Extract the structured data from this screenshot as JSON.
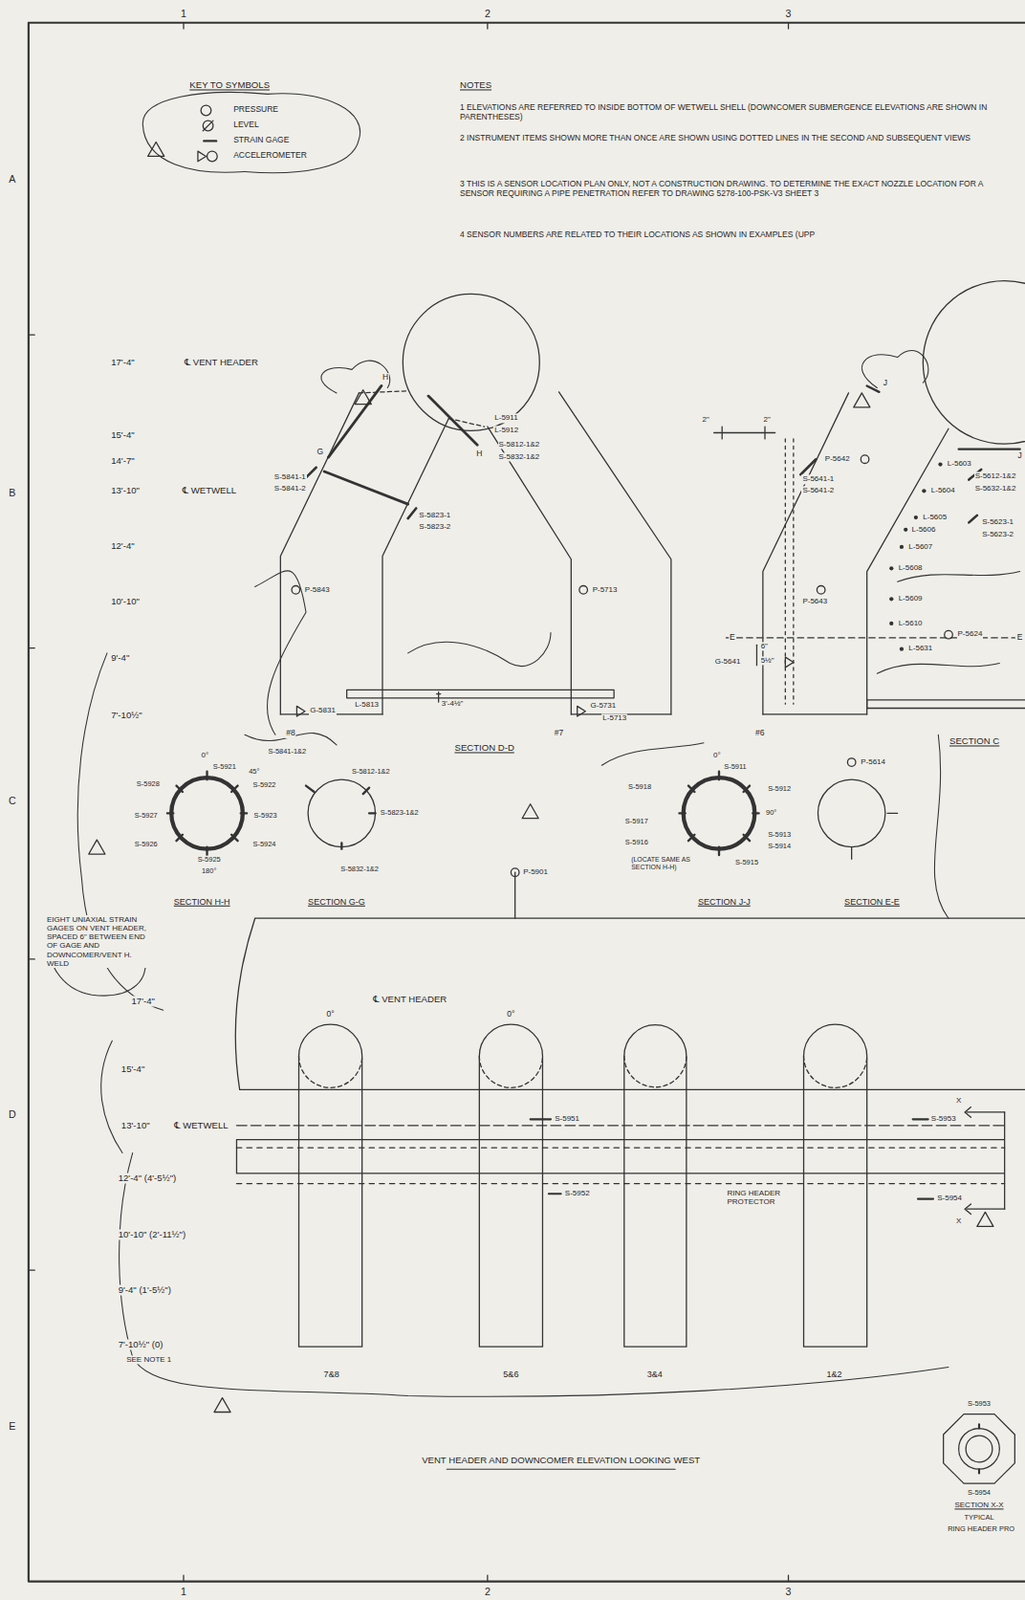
{
  "diagram": {
    "caption": "VENT HEADER AND DOWNCOMER ELEVATION LOOKING WEST",
    "labels": [
      "1",
      "2",
      "3",
      "1",
      "2",
      "3",
      "A",
      "B",
      "C",
      "D",
      "E",
      "KEY TO SYMBOLS",
      "NOTES",
      "1 ELEVATIONS ARE REFERRED TO INSIDE BOTTOM OF WETWELL SHELL (DOWNCOMER SUBMERGENCE ELEVATIONS ARE SHOWN IN PARENTHESES)",
      "2 INSTRUMENT ITEMS SHOWN MORE THAN ONCE ARE SHOWN USING DOTTED LINES IN THE SECOND AND SUBSEQUENT VIEWS",
      "3 THIS IS A SENSOR LOCATION PLAN ONLY, NOT A CONSTRUCTION DRAWING. TO DETERMINE THE EXACT NOZZLE LOCATION FOR A SENSOR REQUIRING A PIPE PENETRATION REFER TO DRAWING 5278-100-PSK-V3 SHEET 3",
      "4 SENSOR NUMBERS ARE RELATED TO THEIR LOCATIONS AS SHOWN IN EXAMPLES (UPP",
      "17'-4\"",
      "℄ VENT HEADER",
      "15'-4\"",
      "14'-7\"",
      "13'-10\"",
      "℄ WETWELL",
      "12'-4\"",
      "10'-10\"",
      "9'-4\"",
      "7'-10½\"",
      "L-5911",
      "L-5912",
      "S-5812-1&2",
      "S-5832-1&2",
      "S-5841-1",
      "S-5841-2",
      "S-5823-1",
      "S-5823-2",
      "P-5843",
      "P-5713",
      "G-5831",
      "L-5813",
      "3'-4½\"",
      "G-5731",
      "L-5713",
      "#8",
      "#7",
      "SECTION D-D",
      "#6",
      "SECTION C",
      "P-5642",
      "S-5641-1",
      "S-5641-2",
      "L-5603",
      "L-5604",
      "S-5612-1&2",
      "S-5632-1&2",
      "L-5605",
      "S-5623-1",
      "S-5623-2",
      "L-5606",
      "L-5607",
      "L-5608",
      "L-5609",
      "L-5610",
      "P-5624",
      "L-5631",
      "G-5641",
      "P-5643",
      "E",
      "E",
      "6\"",
      "5½\"",
      "2\"",
      "2\"",
      "0°",
      "S-5921",
      "45°",
      "S-5928",
      "S-5922",
      "S-5927",
      "S-5923",
      "S-5926",
      "S-5924",
      "S-5925",
      "180°",
      "SECTION H-H",
      "EIGHT UNIAXIAL STRAIN GAGES ON VENT HEADER, SPACED 6\" BETWEEN END OF GAGE AND DOWNCOMER/VENT H. WELD",
      "S-5841-1&2",
      "S-5812-1&2",
      "S-5823-1&2",
      "S-5832-1&2",
      "SECTION G-G",
      "P-5901",
      "0°",
      "S-5911",
      "S-5918",
      "S-5912",
      "S-5917",
      "90°",
      "S-5913",
      "S-5916",
      "S-5914",
      "(LOCATE SAME AS SECTION H-H)",
      "S-5915",
      "SECTION J-J",
      "P-5614",
      "SECTION E-E",
      "17'-4\"",
      "℄ VENT HEADER",
      "0°",
      "0°",
      "15'-4\"",
      "13'-10\"",
      "℄ WETWELL",
      "S-5951",
      "S-5953",
      "X",
      "12'-4\" (4'-5½\")",
      "S-5952",
      "RING HEADER PROTECTOR",
      "S-5954",
      "X",
      "10'-10\" (2'-11½\")",
      "9'-4\" (1'-5½\")",
      "7'-10½\" (0)",
      "SEE NOTE 1",
      "7&8",
      "5&6",
      "3&4",
      "1&2",
      "S-5953",
      "S-5954",
      "SECTION X-X",
      "TYPICAL",
      "RING HEADER PRO",
      "H",
      "G",
      "H",
      "J",
      "J"
    ],
    "legend": [
      {
        "text": "PRESSURE"
      },
      {
        "text": "LEVEL"
      },
      {
        "text": "STRAIN GAGE"
      },
      {
        "text": "ACCELEROMETER"
      }
    ]
  }
}
